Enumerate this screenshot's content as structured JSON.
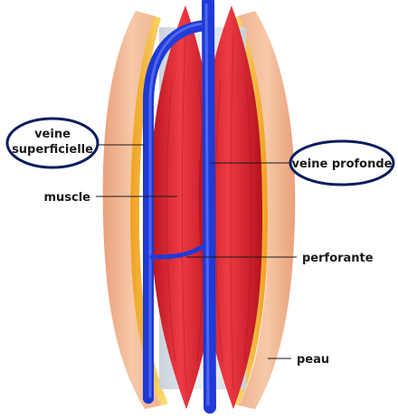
{
  "labels": {
    "superficial_vein_line1": "veine",
    "superficial_vein_line2": "superficielle",
    "deep_vein": "veine profonde",
    "muscle": "muscle",
    "perforating": "perforante",
    "skin": "peau"
  },
  "colors": {
    "skin": "#f2b48e",
    "fat": "#f5c43a",
    "muscle": "#d81d2a",
    "vein": "#1f3ad6",
    "callout_border": "#0b1d5c"
  }
}
